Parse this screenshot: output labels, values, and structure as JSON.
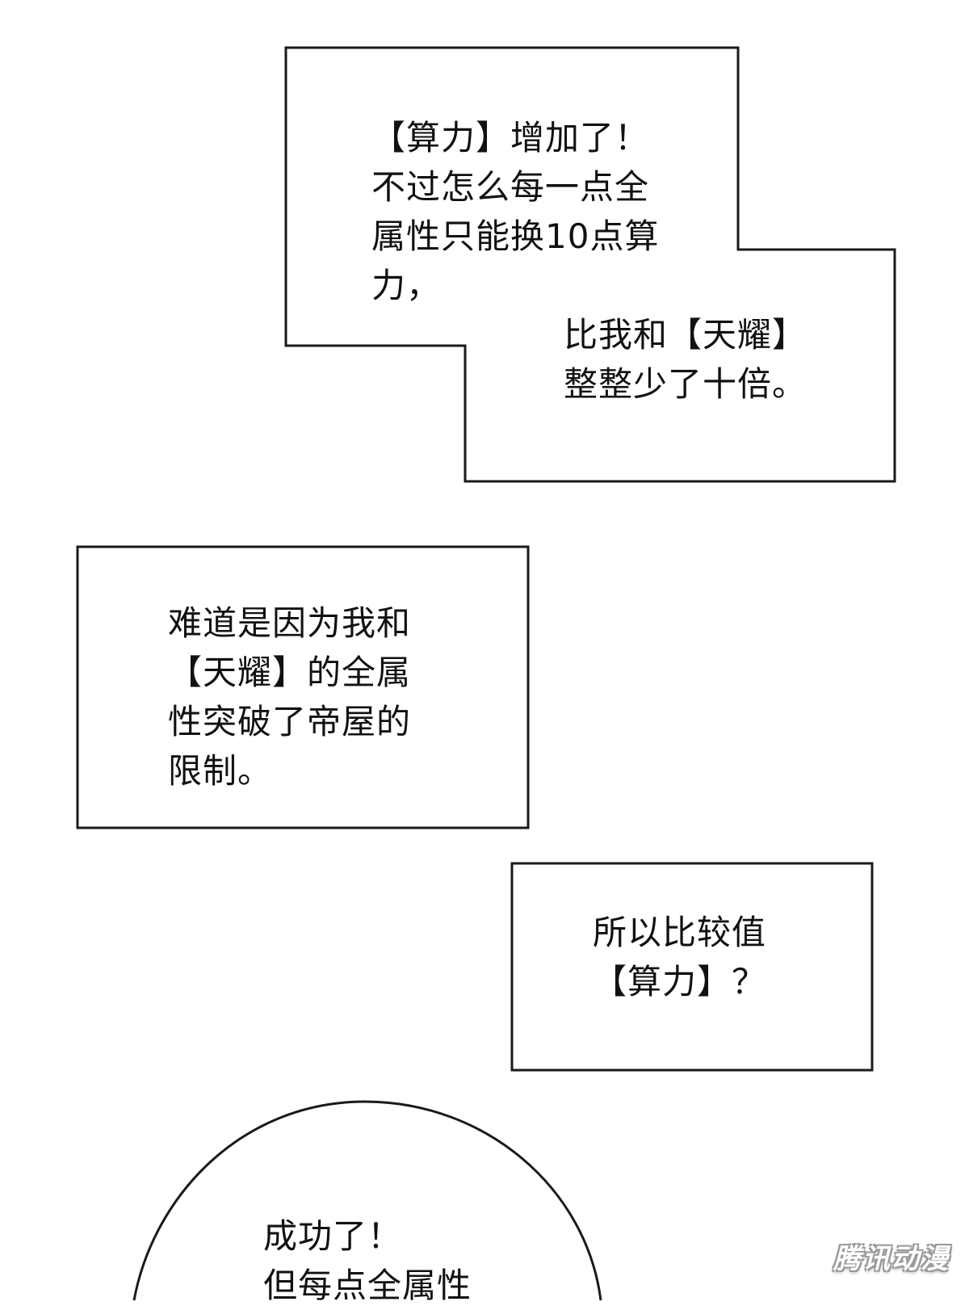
{
  "captions": {
    "box1": {
      "lines_top": [
        "【算力】增加了！",
        "不过怎么每一点全",
        "属性只能换10点算",
        "力，"
      ],
      "lines_bottom": [
        "比我和【天耀】",
        "整整少了十倍。"
      ]
    },
    "box2": {
      "lines": [
        "难道是因为我和",
        "【天耀】的全属",
        "性突破了帝屋的",
        "限制。"
      ]
    },
    "box3": {
      "lines": [
        "所以比较值",
        "【算力】？"
      ]
    },
    "bubble": {
      "lines": [
        "成功了！",
        "但每点全属性"
      ]
    }
  },
  "watermark": {
    "text": "腾讯动漫"
  },
  "colors": {
    "background": "#ffffff",
    "ink": "#111111",
    "border": "#1a1a1a"
  }
}
